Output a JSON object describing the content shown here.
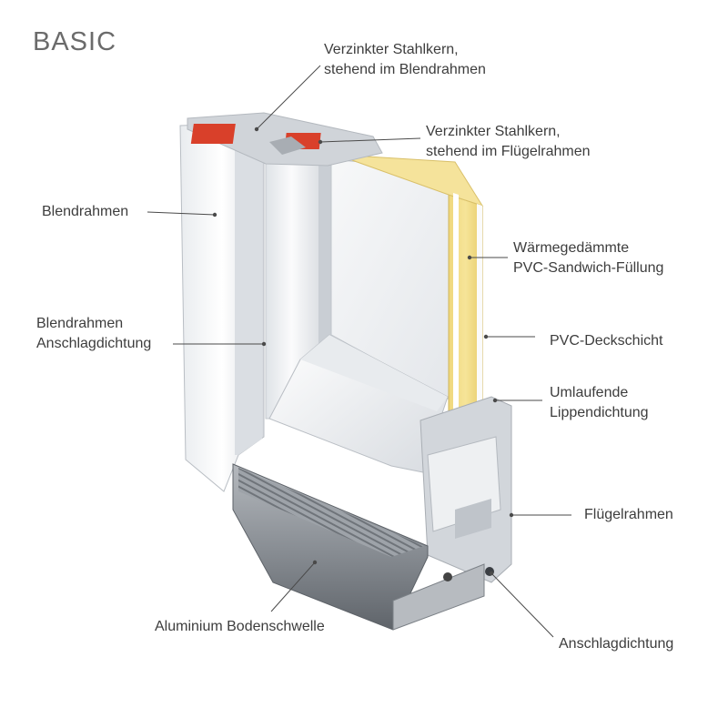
{
  "heading": "BASIC",
  "labels": {
    "stahlkern_blendrahmen": [
      "Verzinkter Stahlkern,",
      "stehend im Blendrahmen"
    ],
    "stahlkern_fluegelrahmen": [
      "Verzinkter Stahlkern,",
      "stehend im Flügelrahmen"
    ],
    "blendrahmen": [
      "Blendrahmen"
    ],
    "waermegedaemmte_fuellung": [
      "Wärmegedämmte",
      "PVC-Sandwich-Füllung"
    ],
    "anschlagdichtung_blendrahmen": [
      "Blendrahmen",
      "Anschlagdichtung"
    ],
    "pvc_deckschicht": [
      "PVC-Deckschicht"
    ],
    "lippendichtung": [
      "Umlaufende",
      "Lippendichtung"
    ],
    "fluegelrahmen": [
      "Flügelrahmen"
    ],
    "bodenschwelle": [
      "Aluminium Bodenschwelle"
    ],
    "anschlagdichtung": [
      "Anschlagdichtung"
    ]
  },
  "colors": {
    "pvc_white": "#f4f5f7",
    "pvc_shade": "#d9dde2",
    "steel_core": "#d9402a",
    "foam_core": "#f3df8a",
    "aluminium": "#8c9096",
    "leader_line": "#4a4a4a"
  }
}
